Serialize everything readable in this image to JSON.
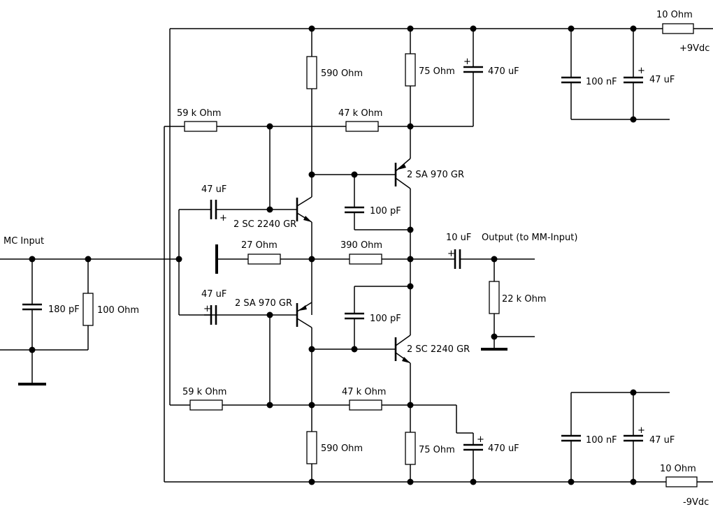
{
  "labels": {
    "mc_input": "MC Input",
    "output": "Output (to MM-Input)",
    "vpos": "+9Vdc",
    "vneg": "-9Vdc",
    "r_supply_top": "10  Ohm",
    "r_supply_bot": "10  Ohm",
    "c_dec_top": "100 nF",
    "c_elec_top": "47 uF",
    "c_dec_bot": "100 nF",
    "c_elec_bot": "47 uF",
    "r590_top": "590  Ohm",
    "r590_bot": "590  Ohm",
    "r75_top": "75  Ohm",
    "r75_bot": "75  Ohm",
    "c470_top": "470 uF",
    "c470_bot": "470 uF",
    "r59k_top": "59 k Ohm",
    "r59k_bot": "59 k Ohm",
    "r47k_top": "47 k Ohm",
    "r47k_bot": "47 k Ohm",
    "q_pnp_top": "2 SA 970 GR",
    "q_npn_top": "2 SC 2240 GR",
    "q_pnp_bot": "2 SA 970 GR",
    "q_npn_bot": "2 SC 2240 GR",
    "c47u_top": "47 uF",
    "c47u_bot": "47 uF",
    "c100p_top": "100 pF",
    "c100p_bot": "100 pF",
    "r27": "27  Ohm",
    "r390": "390  Ohm",
    "c10u": "10 uF",
    "r22k": "22 k Ohm",
    "c180p": "180 pF",
    "r100": "100  Ohm",
    "plus": "+"
  }
}
